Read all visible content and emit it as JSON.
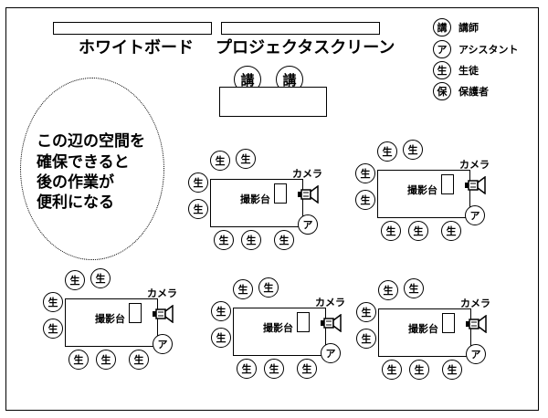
{
  "boards": {
    "whiteboard_label": "ホワイトボード",
    "screen_label": "プロジェクタスクリーン"
  },
  "legend": [
    {
      "symbol": "講",
      "label": "講師"
    },
    {
      "symbol": "ア",
      "label": "アシスタント"
    },
    {
      "symbol": "生",
      "label": "生徒"
    },
    {
      "symbol": "保",
      "label": "保護者"
    }
  ],
  "instructors": [
    "講",
    "講"
  ],
  "note_lines": [
    "この辺の空間を",
    "確保できると",
    "後の作業が",
    "便利になる"
  ],
  "station": {
    "desk_label": "撮影台",
    "camera_label": "カメラ",
    "student_symbol": "生",
    "assistant_symbol": "ア"
  }
}
